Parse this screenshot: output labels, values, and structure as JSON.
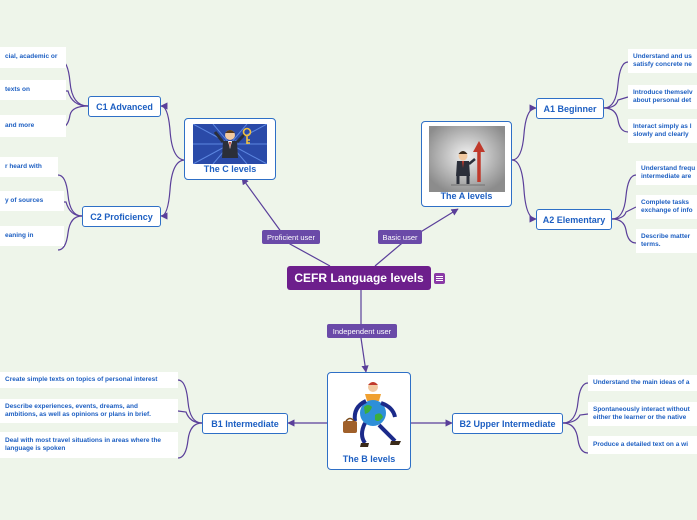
{
  "central": {
    "title": "CEFR Language levels",
    "note_icon": "note-icon"
  },
  "connectors": {
    "proficient": "Proficient user",
    "basic": "Basic user",
    "independent": "Independent user"
  },
  "groups": {
    "c": {
      "caption": "The C levels",
      "image": "businessman-with-key-icon"
    },
    "a": {
      "caption": "The A levels",
      "image": "businessman-with-arrow-icon"
    },
    "b": {
      "caption": "The B levels",
      "image": "traveler-on-globe-icon"
    }
  },
  "levels": {
    "c1": "C1 Advanced",
    "c2": "C2 Proficiency",
    "a1": "A1 Beginner",
    "a2": "A2 Elementary",
    "b1": "B1 Intermediate",
    "b2": "B2 Upper Intermediate"
  },
  "leaves": {
    "c1": [
      "cial, academic or",
      "texts on",
      "and more"
    ],
    "c2": [
      "r heard with",
      "y of sources",
      "eaning in"
    ],
    "a1": [
      "Understand and us\nsatisfy concrete ne",
      "Introduce themselv\nabout personal det",
      "Interact simply as l\nslowly and clearly"
    ],
    "a2": [
      "Understand frequ\nintermediate are",
      "Complete tasks\nexchange of info",
      "Describe matter\nterms."
    ],
    "b1": [
      "Create simple texts on topics of personal interest",
      "Describe experiences, events, dreams, and\nambitions, as well as opinions or plans in brief.",
      "Deal with most travel situations in areas where the\nlanguage is spoken"
    ],
    "b2": [
      "Understand the main ideas of a",
      "Spontaneously interact without\neither the learner or the native",
      "Produce a detailed text on a wi"
    ]
  },
  "colors": {
    "background": "#eef5ea",
    "central": "#6d1f8c",
    "tag": "#6a4aa8",
    "link": "#5a3f9a",
    "node_border": "#2e6fc6",
    "node_text": "#1d5fc2"
  }
}
